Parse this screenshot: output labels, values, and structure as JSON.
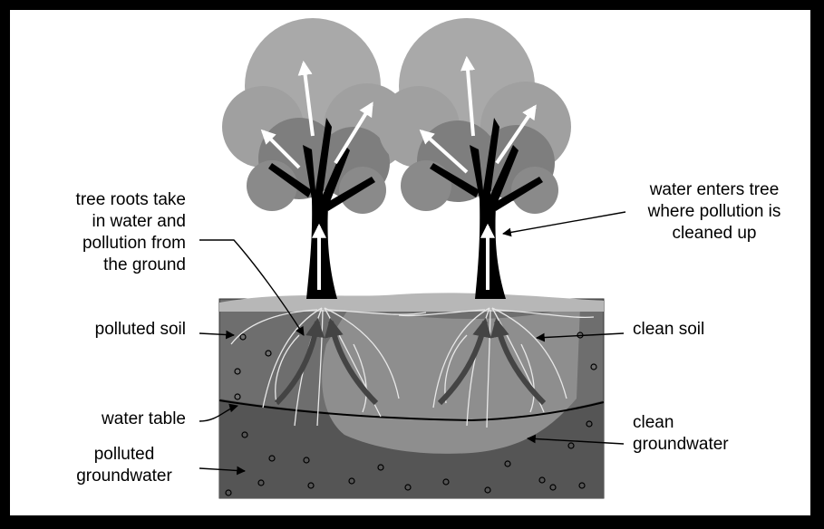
{
  "labels": {
    "roots": "tree roots take\nin water and\npollution from\nthe ground",
    "polluted_soil": "polluted soil",
    "water_table": "water table",
    "polluted_groundwater": "polluted\ngroundwater",
    "enters_tree": "water enters tree\nwhere pollution is\ncleaned up",
    "clean_soil": "clean soil",
    "clean_groundwater": "clean\ngroundwater"
  },
  "colors": {
    "frame": "#000000",
    "canopy_light": "#a9a9a9",
    "canopy_dark": "#7a7a7a",
    "trunk": "#000000",
    "soil": "#6e6e6e",
    "groundwater": "#505050",
    "clean_zone": "#8c8c8c",
    "roots": "#e6e6e6"
  }
}
